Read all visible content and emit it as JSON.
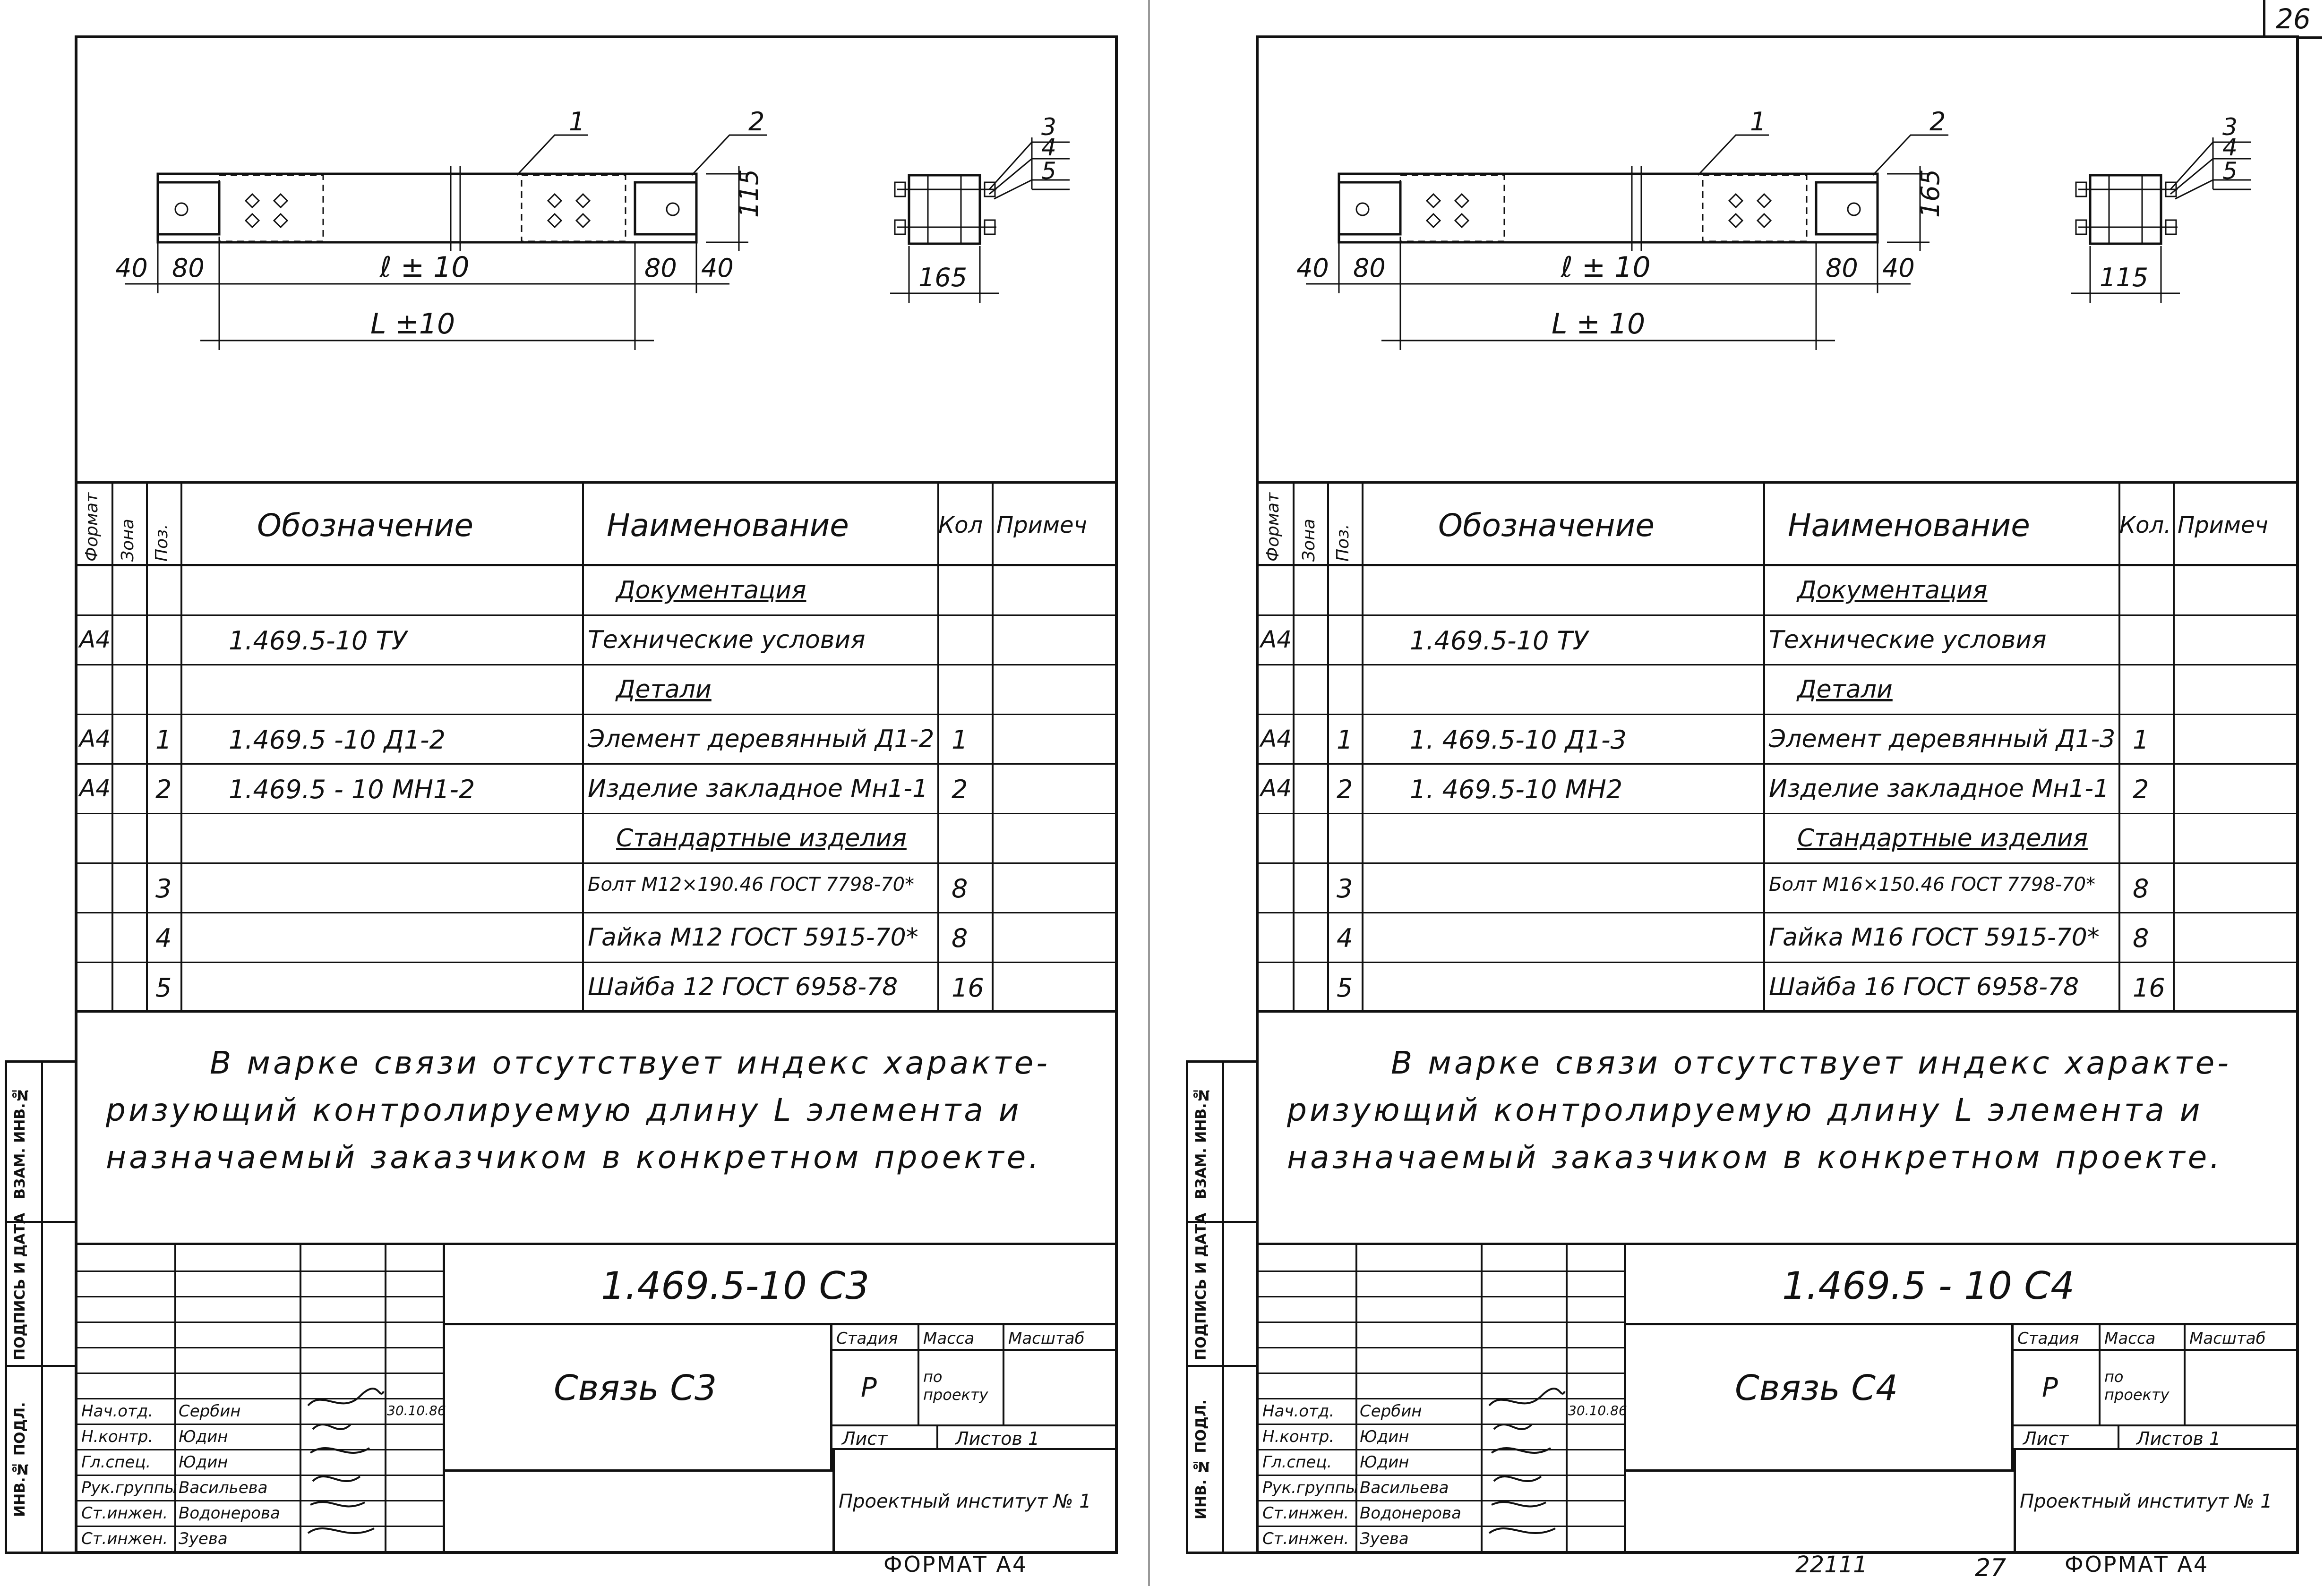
{
  "page_number": "26",
  "sheets": [
    {
      "drawing": {
        "callouts": [
          "1",
          "2",
          "3",
          "4",
          "5"
        ],
        "dims": {
          "d40a": "40",
          "d80a": "80",
          "l": "ℓ ± 10",
          "d80b": "80",
          "d40b": "40",
          "L": "L ±10",
          "h": "115",
          "w": "165"
        }
      },
      "spec": {
        "headers": {
          "format": "Формат",
          "zone": "Зона",
          "pos": "Поз.",
          "designation": "Обозначение",
          "name": "Наименование",
          "qty": "Кол",
          "note": "Примеч"
        },
        "rows": [
          {
            "format": "",
            "pos": "",
            "designation": "",
            "name": "Документация",
            "qty": "",
            "section": true
          },
          {
            "format": "А4",
            "pos": "",
            "designation": "1.469.5-10 ТУ",
            "name": "Технические условия",
            "qty": "",
            "section": false
          },
          {
            "format": "",
            "pos": "",
            "designation": "",
            "name": "Детали",
            "qty": "",
            "section": true
          },
          {
            "format": "А4",
            "pos": "1",
            "designation": "1.469.5 -10 Д1-2",
            "name": "Элемент деревянный Д1-2",
            "qty": "1",
            "section": false
          },
          {
            "format": "А4",
            "pos": "2",
            "designation": "1.469.5 - 10 МН1-2",
            "name": "Изделие закладное Мн1-1",
            "qty": "2",
            "section": false
          },
          {
            "format": "",
            "pos": "",
            "designation": "",
            "name": "Стандартные изделия",
            "qty": "",
            "section": true
          },
          {
            "format": "",
            "pos": "3",
            "designation": "",
            "name": "Болт М12×190.46 ГОСТ 7798-70*",
            "qty": "8",
            "section": false
          },
          {
            "format": "",
            "pos": "4",
            "designation": "",
            "name": "Гайка М12 ГОСТ 5915-70*",
            "qty": "8",
            "section": false
          },
          {
            "format": "",
            "pos": "5",
            "designation": "",
            "name": "Шайба 12 ГОСТ 6958-78",
            "qty": "16",
            "section": false
          }
        ]
      },
      "note_lines": [
        "В марке связи отсутствует индекс характе-",
        "ризующий контролируемую длину L элемента и",
        "назначаемый заказчиком в конкретном проекте."
      ],
      "side_labels": {
        "inv_podl": "ИНВ.№ ПОДЛ.",
        "podpis": "ПОДПИСЬ И ДАТА",
        "vzam": "ВЗАМ. ИНВ.№"
      },
      "title_block": {
        "code": "1.469.5-10 С3",
        "title": "Связь С3",
        "stage_label": "Стадия",
        "mass_label": "Масса",
        "scale_label": "Масштаб",
        "stage": "Р",
        "mass": "по проекту",
        "sheet_label": "Лист",
        "sheets_label": "Листов 1",
        "org": "Проектный институт № 1",
        "date": "30.10.86",
        "people": [
          {
            "role": "Нач.отд.",
            "name": "Сербин"
          },
          {
            "role": "Н.контр.",
            "name": "Юдин"
          },
          {
            "role": "Гл.спец.",
            "name": "Юдин"
          },
          {
            "role": "Рук.группы",
            "name": "Васильева"
          },
          {
            "role": "Ст.инжен.",
            "name": "Водонерова"
          },
          {
            "role": "Ст.инжен.",
            "name": "Зуева"
          }
        ]
      },
      "format": "ФОРМАТ А4",
      "bottom_left": "",
      "bottom_mid": ""
    },
    {
      "drawing": {
        "callouts": [
          "1",
          "2",
          "3",
          "4",
          "5"
        ],
        "dims": {
          "d40a": "40",
          "d80a": "80",
          "l": "ℓ ± 10",
          "d80b": "80",
          "d40b": "40",
          "L": "L ± 10",
          "h": "165",
          "w": "115"
        }
      },
      "spec": {
        "headers": {
          "format": "Формат",
          "zone": "Зона",
          "pos": "Поз.",
          "designation": "Обозначение",
          "name": "Наименование",
          "qty": "Кол.",
          "note": "Примеч"
        },
        "rows": [
          {
            "format": "",
            "pos": "",
            "designation": "",
            "name": "Документация",
            "qty": "",
            "section": true
          },
          {
            "format": "А4",
            "pos": "",
            "designation": "1.469.5-10 ТУ",
            "name": "Технические условия",
            "qty": "",
            "section": false
          },
          {
            "format": "",
            "pos": "",
            "designation": "",
            "name": "Детали",
            "qty": "",
            "section": true
          },
          {
            "format": "А4",
            "pos": "1",
            "designation": "1. 469.5-10 Д1-3",
            "name": "Элемент деревянный Д1-3",
            "qty": "1",
            "section": false
          },
          {
            "format": "А4",
            "pos": "2",
            "designation": "1. 469.5-10 МН2",
            "name": "Изделие закладное Мн1-1",
            "qty": "2",
            "section": false
          },
          {
            "format": "",
            "pos": "",
            "designation": "",
            "name": "Стандартные изделия",
            "qty": "",
            "section": true
          },
          {
            "format": "",
            "pos": "3",
            "designation": "",
            "name": "Болт М16×150.46 ГОСТ 7798-70*",
            "qty": "8",
            "section": false
          },
          {
            "format": "",
            "pos": "4",
            "designation": "",
            "name": "Гайка М16 ГОСТ 5915-70*",
            "qty": "8",
            "section": false
          },
          {
            "format": "",
            "pos": "5",
            "designation": "",
            "name": "Шайба 16 ГОСТ 6958-78",
            "qty": "16",
            "section": false
          }
        ]
      },
      "note_lines": [
        "В марке связи отсутствует индекс характе-",
        "ризующий контролируемую длину L элемента и",
        "назначаемый заказчиком в конкретном проекте."
      ],
      "side_labels": {
        "inv_podl": "ИНВ. № ПОДЛ.",
        "podpis": "ПОДПИСЬ И ДАТА",
        "vzam": "ВЗАМ. ИНВ.№"
      },
      "title_block": {
        "code": "1.469.5 - 10 С4",
        "title": "Связь С4",
        "stage_label": "Стадия",
        "mass_label": "Масса",
        "scale_label": "Масштаб",
        "stage": "Р",
        "mass": "по проекту",
        "sheet_label": "Лист",
        "sheets_label": "Листов 1",
        "org": "Проектный институт № 1",
        "date": "30.10.86",
        "people": [
          {
            "role": "Нач.отд.",
            "name": "Сербин"
          },
          {
            "role": "Н.контр.",
            "name": "Юдин"
          },
          {
            "role": "Гл.спец.",
            "name": "Юдин"
          },
          {
            "role": "Рук.группы",
            "name": "Васильева"
          },
          {
            "role": "Ст.инжен.",
            "name": "Водонерова"
          },
          {
            "role": "Ст.инжен.",
            "name": "Зуева"
          }
        ]
      },
      "format": "ФОРМАТ А4",
      "bottom_left": "22111",
      "bottom_mid": "27"
    }
  ]
}
